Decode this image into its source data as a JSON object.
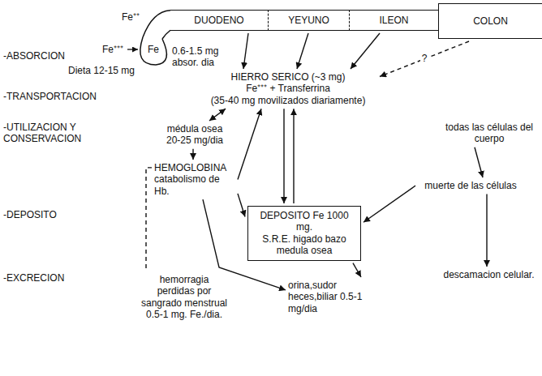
{
  "diagram": {
    "nodes": [
      {
        "text": [
          "DUODENO"
        ]
      },
      {
        "text": [
          "YEYUNO"
        ]
      },
      {
        "text": [
          "ILEON"
        ]
      },
      {
        "text": [
          "COLON"
        ]
      },
      {
        "text": [
          "HIERRO SERICO (~3 mg)",
          "Fe⁺⁺⁺ + Transferrina",
          "(35-40 mg movilizados diariamente)"
        ]
      },
      {
        "text": [
          "médula osea 20-25 mg/dia"
        ]
      },
      {
        "text": [
          "todas las células del cuerpo"
        ]
      },
      {
        "text": [
          "HEMOGLOBINA",
          "catabolismo de Hb."
        ]
      },
      {
        "text": [
          "muerte de las células"
        ]
      },
      {
        "text": [
          "DEPOSITO Fe 1000 mg.",
          "S.R.E. higado bazo medula osea"
        ]
      },
      {
        "text": [
          "hemorragia perdidas por sangrado menstrual 0.5-1 mg. Fe./dia."
        ]
      },
      {
        "text": [
          "orina,sudor heces,biliar 0.5-1 mg/dia"
        ]
      },
      {
        "text": [
          "descamacion celular."
        ]
      }
    ],
    "edges": [
      {
        "from": 0,
        "to": 4,
        "arrow": "to"
      },
      {
        "from": 1,
        "to": 4,
        "arrow": "to"
      },
      {
        "from": 2,
        "to": 4,
        "arrow": "to"
      },
      {
        "from": 3,
        "to": 4,
        "label": "?",
        "arrow": "to"
      },
      {
        "from": 4,
        "to": 5,
        "arrow": "both"
      },
      {
        "from": 5,
        "to": 7,
        "arrow": "to"
      },
      {
        "from": 7,
        "to": 4,
        "arrow": "to"
      },
      {
        "from": 7,
        "to": 9,
        "arrow": "to"
      },
      {
        "from": 4,
        "to": 9,
        "arrow": "to"
      },
      {
        "from": 9,
        "to": 4,
        "arrow": "to"
      },
      {
        "from": 6,
        "to": 8,
        "arrow": "to"
      },
      {
        "from": 8,
        "to": 9,
        "arrow": "to"
      },
      {
        "from": 8,
        "to": 12,
        "arrow": "to"
      },
      {
        "from": 7,
        "to": 10,
        "arrow": "none"
      },
      {
        "from": 7,
        "to": 11,
        "arrow": "to"
      },
      {
        "from": 9,
        "to": 11,
        "arrow": "to"
      }
    ],
    "labels": [
      "-ABSORCION",
      "-TRANSPORTACION",
      "-UTILIZACION Y CONSERVACION",
      "-DEPOSITO",
      "-EXCRECION",
      "Fe⁺⁺",
      "Fe⁺⁺⁺",
      "Fe",
      "Dieta 12-15 mg",
      "0.6-1.5 mg absor. dia"
    ]
  }
}
